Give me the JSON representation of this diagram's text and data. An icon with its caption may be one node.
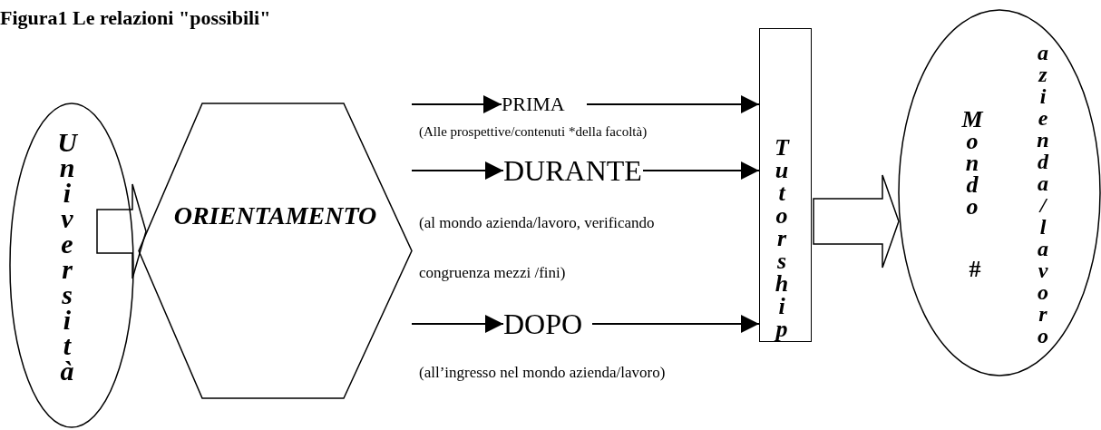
{
  "diagram": {
    "title": "Figura1 Le relazioni \"possibili\"",
    "nodes": [
      {
        "text": [
          "Università"
        ]
      },
      {
        "text": [
          "ORIENTAMENTO"
        ]
      },
      {
        "text": [
          "PRIMA"
        ],
        "beside": [
          "(Alle prospettive/contenuti *della facoltà)"
        ]
      },
      {
        "text": [
          "DURANTE"
        ]
      },
      {
        "text": [
          "DOPO"
        ]
      },
      {
        "text": [
          "Tutorship"
        ]
      },
      {
        "text": [
          "Mondo",
          "#",
          "azienda/lavoro"
        ]
      }
    ],
    "edges": [
      {
        "from": 0,
        "to": 1,
        "arrow": "to"
      },
      {
        "from": null,
        "to": 2,
        "arrow": "to"
      },
      {
        "from": null,
        "to": 3,
        "arrow": "to"
      },
      {
        "from": null,
        "to": 4,
        "arrow": "to"
      },
      {
        "from": 2,
        "to": 5,
        "arrow": "to"
      },
      {
        "from": 3,
        "to": 5,
        "arrow": "to"
      },
      {
        "from": 4,
        "to": 5,
        "arrow": "to"
      },
      {
        "from": 5,
        "to": 6,
        "arrow": "to"
      }
    ],
    "labels": [
      "(al mondo azienda/lavoro, verificando congruenza mezzi /fini)",
      "(all’ingresso nel mondo azienda/lavoro)"
    ]
  }
}
